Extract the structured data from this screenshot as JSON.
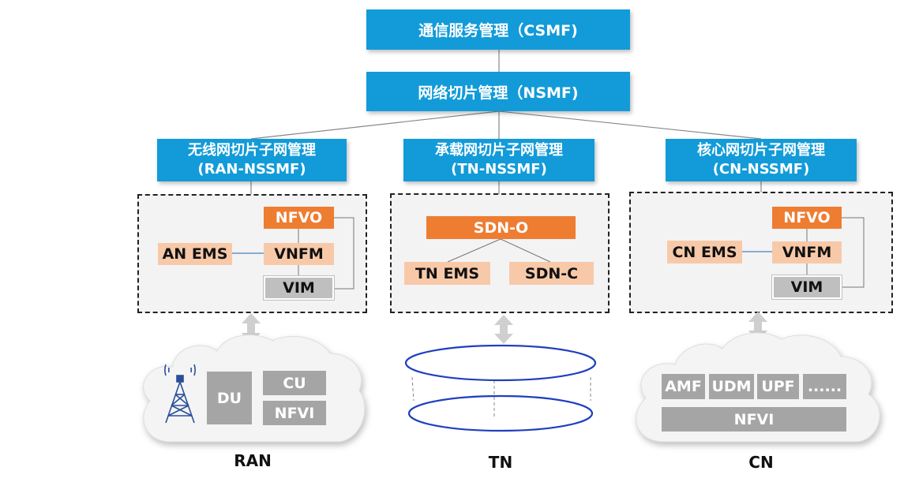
{
  "csmf": "通信服务管理（CSMF)",
  "nsmf": "网络切片管理（NSMF)",
  "ran_nssmf": {
    "line1": "无线网切片子网管理",
    "line2": "(RAN-NSSMF)"
  },
  "tn_nssmf": {
    "line1": "承载网切片子网管理",
    "line2": "(TN-NSSMF)"
  },
  "cn_nssmf": {
    "line1": "核心网切片子网管理",
    "line2": "(CN-NSSMF)"
  },
  "ran_mgmt": {
    "nfvo": "NFVO",
    "ems": "AN EMS",
    "vnfm": "VNFM",
    "vim": "VIM"
  },
  "tn_mgmt": {
    "sdno": "SDN-O",
    "ems": "TN EMS",
    "sdnc": "SDN-C"
  },
  "cn_mgmt": {
    "nfvo": "NFVO",
    "ems": "CN EMS",
    "vnfm": "VNFM",
    "vim": "VIM"
  },
  "ran_cloud": {
    "du": "DU",
    "cu": "CU",
    "nfvi": "NFVI",
    "label": "RAN"
  },
  "tn_label": "TN",
  "cn_cloud": {
    "amf": "AMF",
    "udm": "UDM",
    "upf": "UPF",
    "more": "......",
    "nfvi": "NFVI",
    "label": "CN"
  },
  "colors": {
    "blue": "#129bd8",
    "orange": "#ee7d31",
    "peach": "#f8c9a8",
    "gray": "#a5a5a5",
    "ring": "#1f3fbf"
  }
}
